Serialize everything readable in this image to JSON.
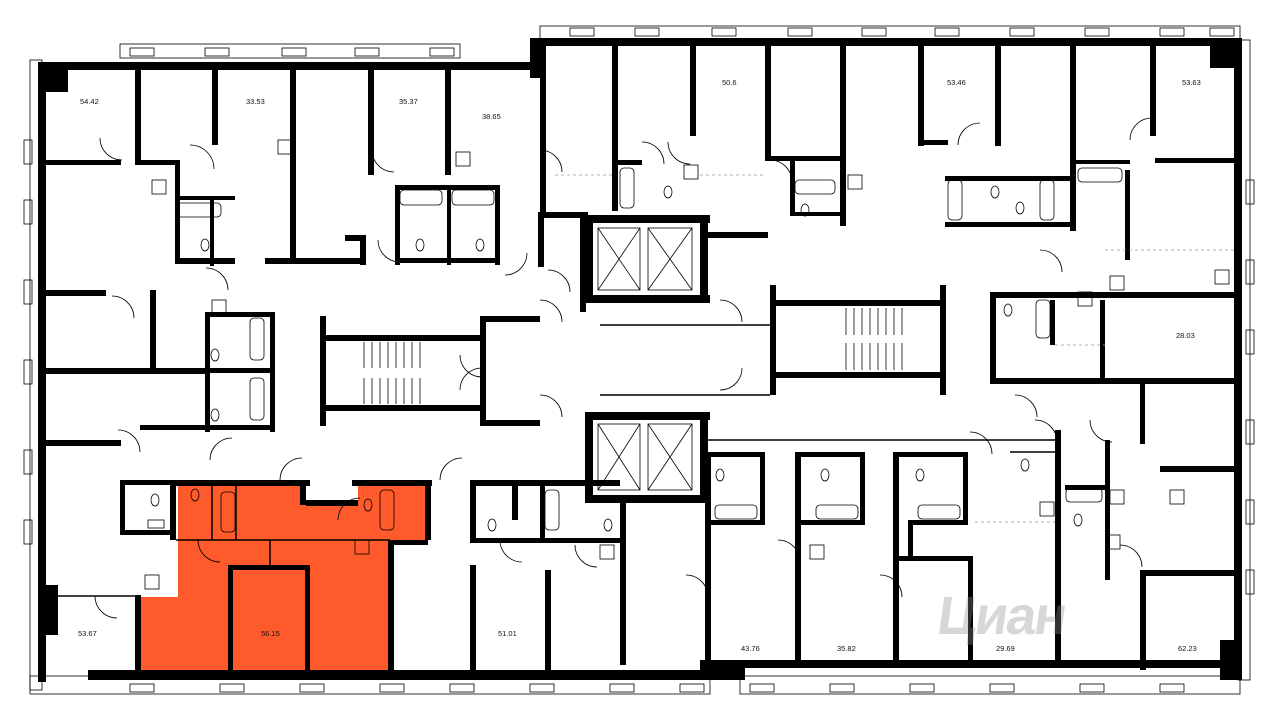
{
  "floorplan": {
    "highlight_color": "#FF5A2C",
    "wall_color": "#000000",
    "apartments": [
      {
        "id": "apt-54-42",
        "area": "54.42",
        "highlighted": false
      },
      {
        "id": "apt-33-53",
        "area": "33.53",
        "highlighted": false
      },
      {
        "id": "apt-35-37",
        "area": "35.37",
        "highlighted": false
      },
      {
        "id": "apt-38-65",
        "area": "38.65",
        "highlighted": false
      },
      {
        "id": "apt-50-6",
        "area": "50.6",
        "highlighted": false
      },
      {
        "id": "apt-53-46",
        "area": "53.46",
        "highlighted": false
      },
      {
        "id": "apt-53-63",
        "area": "53.63",
        "highlighted": false
      },
      {
        "id": "apt-28-03",
        "area": "28.03",
        "highlighted": false
      },
      {
        "id": "apt-53-67",
        "area": "53.67",
        "highlighted": false
      },
      {
        "id": "apt-56-15",
        "area": "56.15",
        "highlighted": true
      },
      {
        "id": "apt-51-01",
        "area": "51.01",
        "highlighted": false
      },
      {
        "id": "apt-43-76",
        "area": "43.76",
        "highlighted": false
      },
      {
        "id": "apt-35-82",
        "area": "35.82",
        "highlighted": false
      },
      {
        "id": "apt-29-69",
        "area": "29.69",
        "highlighted": false
      },
      {
        "id": "apt-62-23",
        "area": "62.23",
        "highlighted": false
      }
    ],
    "watermark_text": "Циан"
  }
}
